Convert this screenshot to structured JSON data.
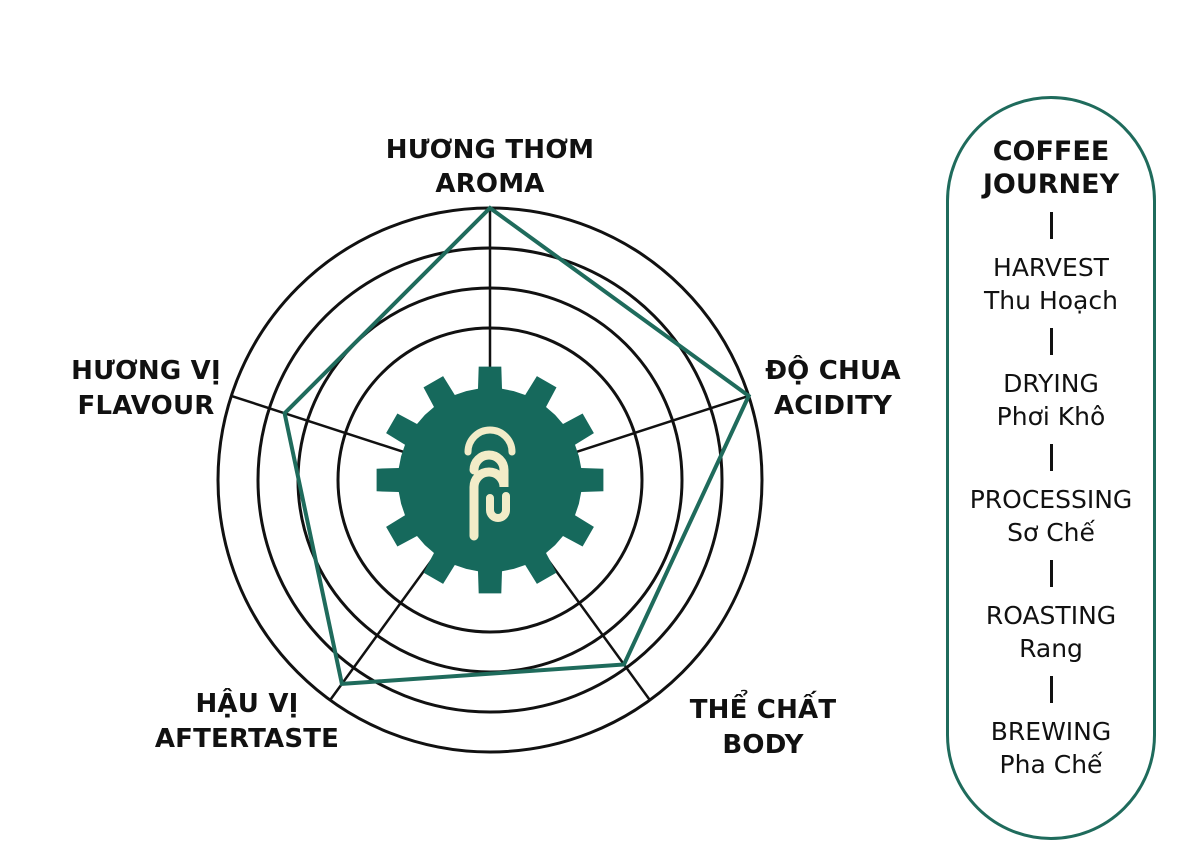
{
  "colors": {
    "accent": "#1f6b5c",
    "gear": "#16695c",
    "logo": "#f2ecc8",
    "ink": "#111111"
  },
  "chart_data": {
    "type": "radar",
    "axes": [
      {
        "vi": "HƯƠNG THƠM",
        "en": "AROMA"
      },
      {
        "vi": "ĐỘ CHUA",
        "en": "ACIDITY"
      },
      {
        "vi": "THỂ CHẤT",
        "en": "BODY"
      },
      {
        "vi": "HẬU VỊ",
        "en": "AFTERTASTE"
      },
      {
        "vi": "HƯƠNG VỊ",
        "en": "FLAVOUR"
      }
    ],
    "levels": 4,
    "max": 4,
    "values": [
      4,
      4,
      2.9,
      3.5,
      2.6
    ],
    "center_icon": "gear-logo-icon"
  },
  "journey": {
    "title_line1": "COFFEE",
    "title_line2": "JOURNEY",
    "steps": [
      {
        "en": "HARVEST",
        "vi": "Thu Hoạch"
      },
      {
        "en": "DRYING",
        "vi": "Phơi Khô"
      },
      {
        "en": "PROCESSING",
        "vi": "Sơ Chế"
      },
      {
        "en": "ROASTING",
        "vi": "Rang"
      },
      {
        "en": "BREWING",
        "vi": "Pha Chế"
      }
    ]
  }
}
